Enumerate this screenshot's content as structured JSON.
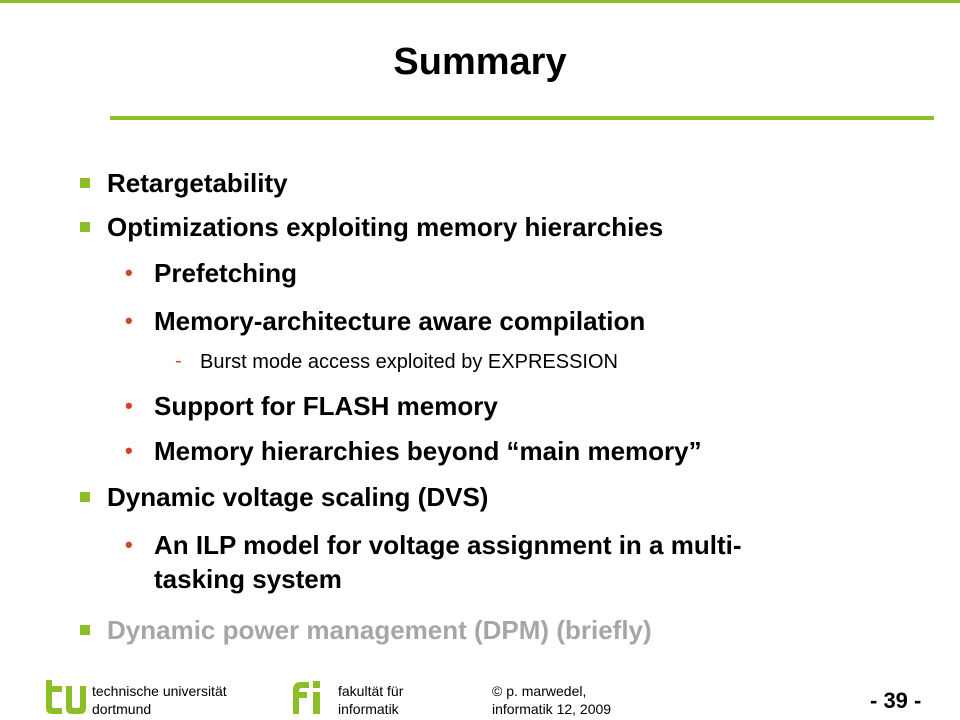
{
  "slide": {
    "title": "Summary",
    "items": [
      {
        "text": "Retargetability"
      },
      {
        "text": "Optimizations exploiting memory hierarchies"
      },
      {
        "text": "Prefetching"
      },
      {
        "text": "Memory-architecture aware compilation"
      },
      {
        "text": "Burst mode access exploited by EXPRESSION"
      },
      {
        "text": "Support for FLASH memory"
      },
      {
        "text": "Memory hierarchies beyond “main memory”"
      },
      {
        "text": "Dynamic voltage scaling (DVS)"
      },
      {
        "text": "An ILP model for voltage assignment in a multi-"
      },
      {
        "text": "tasking system"
      },
      {
        "text": "Dynamic power management (DPM) (briefly)"
      }
    ],
    "level3_marker": "-"
  },
  "footer": {
    "university_line1": "technische universität",
    "university_line2": "dortmund",
    "faculty_line1": "fakultät für",
    "faculty_line2": "informatik",
    "author_line1": "© p. marwedel,",
    "author_line2": "informatik 12,  2009",
    "page": "- 39 -"
  },
  "colors": {
    "accent_green": "#8cbf26",
    "bullet_red": "#d6412b",
    "dimmed_text": "#a6a6a6"
  }
}
